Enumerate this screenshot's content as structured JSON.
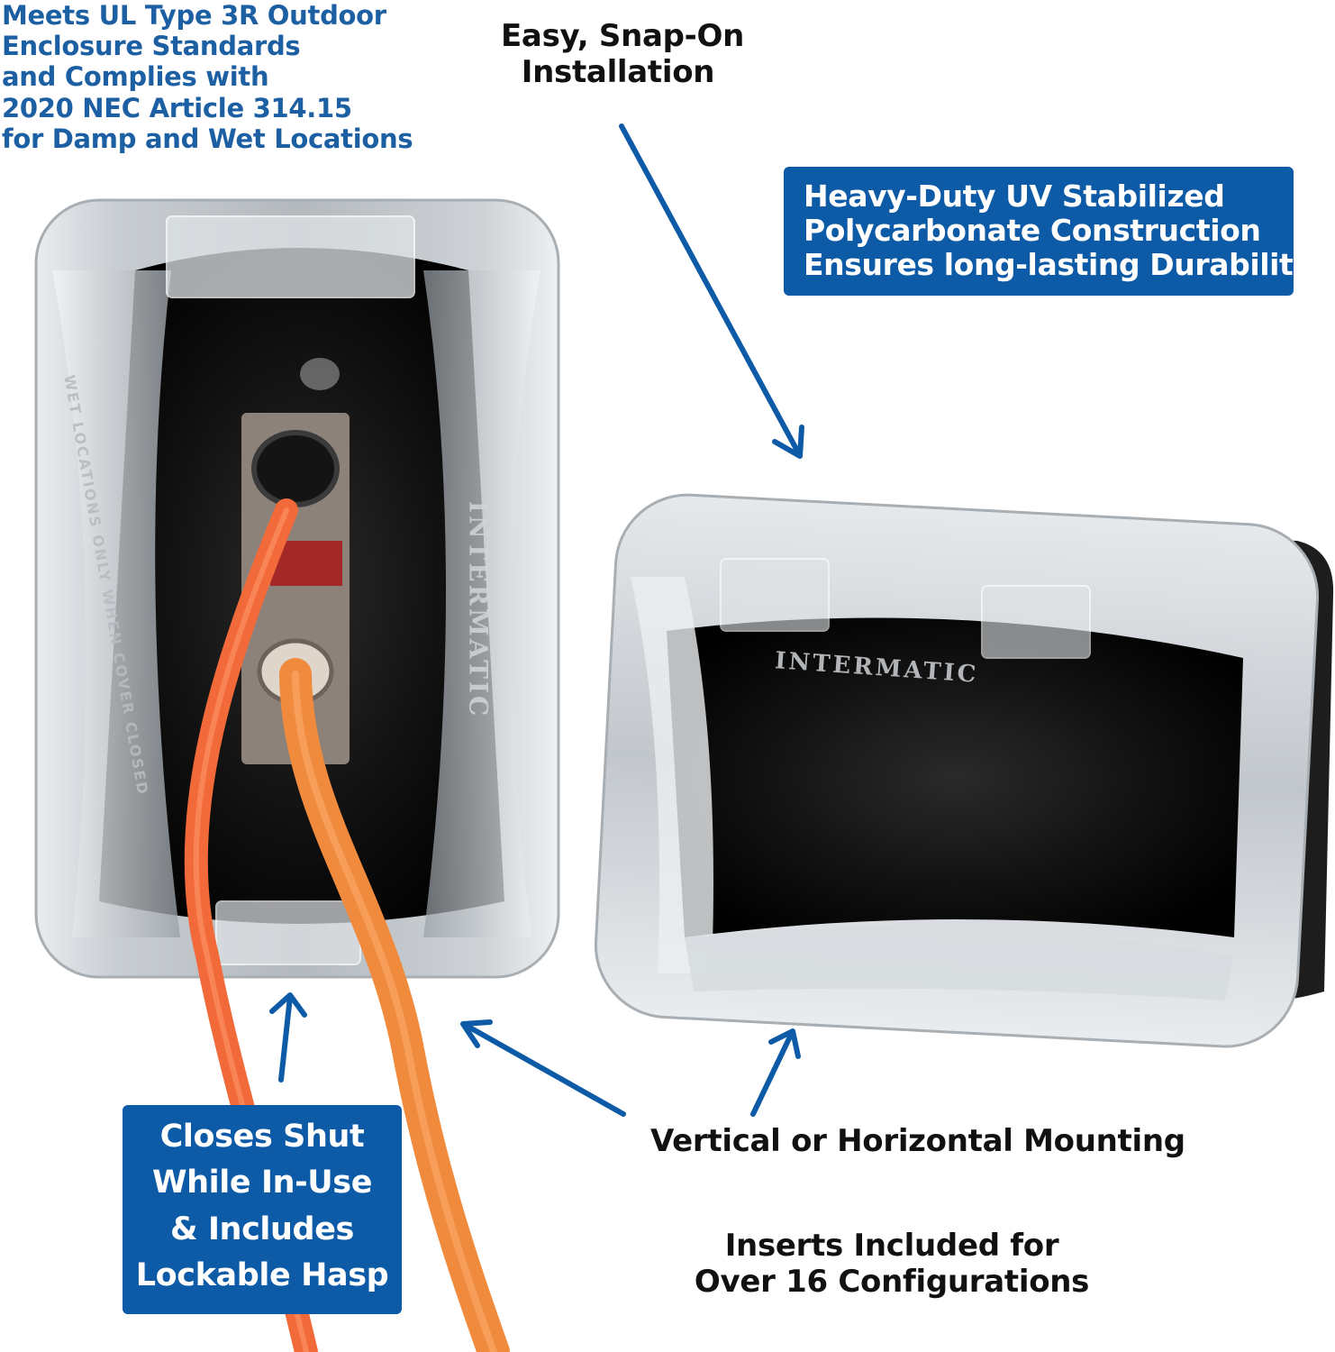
{
  "callouts": {
    "ul_standards": [
      "Meets UL Type 3R Outdoor",
      "Enclosure Standards",
      "and Complies with",
      "2020 NEC Article 314.15",
      "for Damp and Wet Locations"
    ],
    "snap_on": [
      "Easy, Snap-On",
      "Installation"
    ],
    "polycarbonate": [
      "Heavy-Duty UV Stabilized",
      "Polycarbonate Construction",
      "Ensures long-lasting Durability"
    ],
    "closes_shut": [
      "Closes Shut",
      "While In-Use",
      "& Includes",
      "Lockable Hasp"
    ],
    "mounting": "Vertical or Horizontal Mounting",
    "inserts": [
      "Inserts Included for",
      "Over 16 Configurations"
    ]
  },
  "product": {
    "brand_mark_vertical": "INTERMATIC",
    "brand_mark_horizontal": "INTERMATIC",
    "embossed_warning": "WET LOCATIONS ONLY WHEN COVER CLOSED"
  },
  "colors": {
    "accent_blue": "#0d5aa7",
    "callout_text_blue": "#1c5fa3",
    "cord_orange_1": "#f26a3a",
    "cord_orange_2": "#f08a3c"
  },
  "icons": {
    "arrows": [
      "arrow-snap-on-icon",
      "arrow-hasp-icon",
      "arrow-mounting-left-icon",
      "arrow-mounting-right-icon"
    ]
  }
}
